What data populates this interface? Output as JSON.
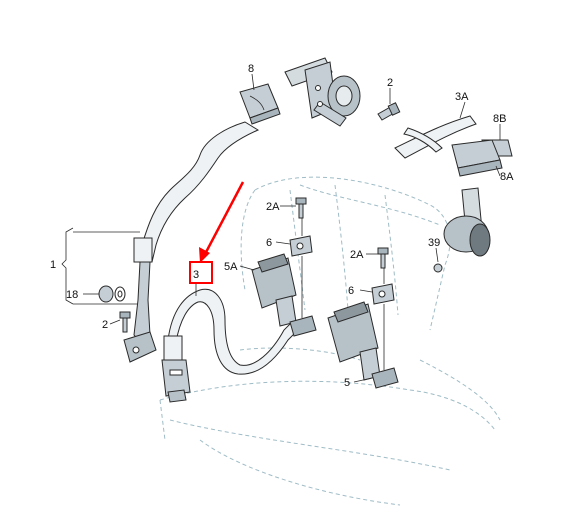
{
  "callouts": {
    "c1": "1",
    "c2": "2",
    "c2_lower": "2",
    "c2a_upper": "2A",
    "c2a_right": "2A",
    "c3": "3",
    "c3a": "3A",
    "c5": "5",
    "c5a": "5A",
    "c6_left": "6",
    "c6_right": "6",
    "c8": "8",
    "c8a": "8A",
    "c8b": "8B",
    "c18": "18",
    "c39": "39"
  },
  "colors": {
    "highlight": "#ff0000",
    "seat_outline": "#9fbcc6",
    "part_fill": "#c4ced4",
    "belt_fill": "#eef2f4"
  },
  "highlighted_part": "3"
}
